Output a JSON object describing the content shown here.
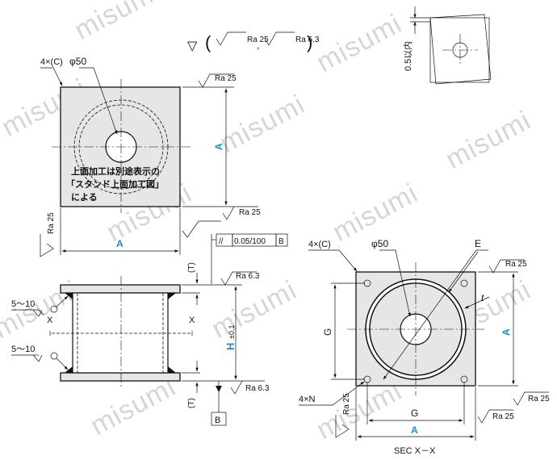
{
  "watermark": "misumi",
  "top_symbol": {
    "prefix": "▽",
    "ra_a": "Ra 25",
    "ra_b": "Ra 6.3"
  },
  "top_view": {
    "chamfer": "4×(C)",
    "diameter": "φ50",
    "dim_a_vertical": "A",
    "dim_a_horizontal": "A",
    "ra_top": "Ra 25",
    "ra_side": "Ra 25",
    "ra_corner": "Ra 25",
    "note_lines": [
      "上面加工は別途表示の",
      "「スタンド上面加工図」",
      "による"
    ]
  },
  "tilt_view": {
    "label": "0.5以内"
  },
  "front_view": {
    "parallelism": "//",
    "parallelism_value": "0.05/100",
    "datum": "B",
    "t_top": "(T)",
    "t_bottom": "(T)",
    "ra_top": "Ra 6.3",
    "ra_bottom": "Ra 6.3",
    "weld_top": "5〜10",
    "weld_bottom": "5〜10",
    "x_left": "X",
    "x_right": "X",
    "height_label": "H",
    "height_tol": "±0.1",
    "datum_box": "B"
  },
  "section_view": {
    "chamfer": "4×(C)",
    "diameter": "φ50",
    "e_label": "E",
    "t_label": "t",
    "g_vertical": "G",
    "g_horizontal": "G",
    "a_vertical": "A",
    "a_horizontal": "A",
    "holes": "4×N",
    "ra_top": "Ra 25",
    "ra_side": "Ra 25",
    "ra_bottom": "Ra 25",
    "ra_left": "Ra 25",
    "caption": "SEC X－X"
  }
}
